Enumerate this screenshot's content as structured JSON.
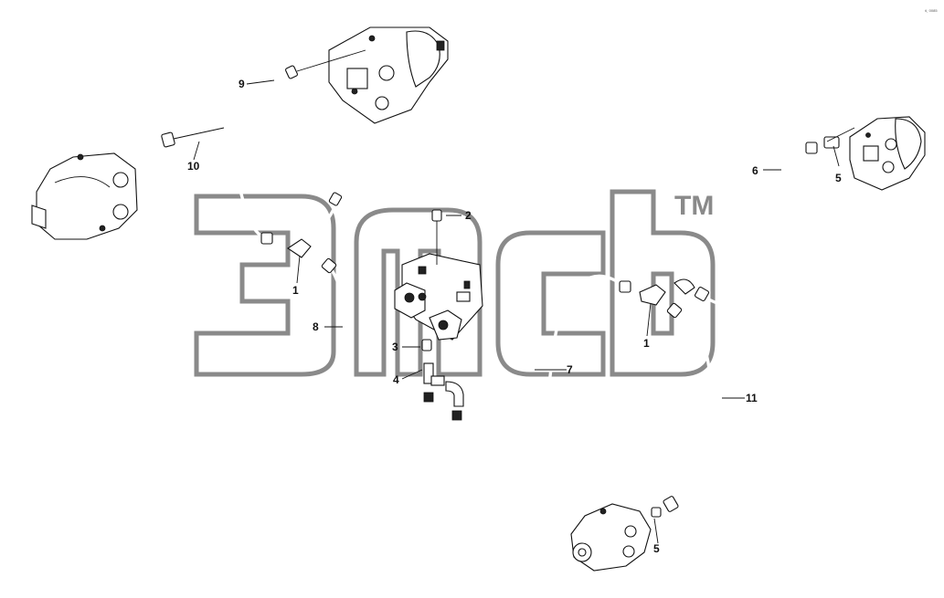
{
  "corner_mark": "¢¸ 0085",
  "watermark": {
    "tm": "TM"
  },
  "callouts": {
    "c1a": "1",
    "c1b": "1",
    "c2": "2",
    "c3": "3",
    "c4": "4",
    "c5a": "5",
    "c5b": "5",
    "c6": "6",
    "c7": "7",
    "c8": "8",
    "c9": "9",
    "c10": "10",
    "c11": "11"
  }
}
